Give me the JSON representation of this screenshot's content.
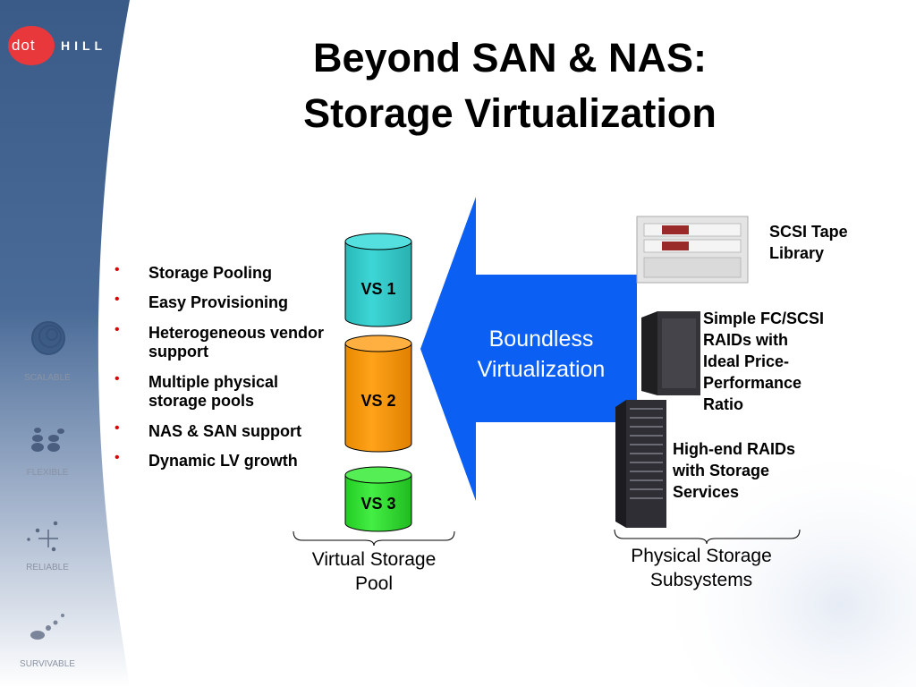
{
  "logo": {
    "text_dot": "dot",
    "text_hill": "HILL"
  },
  "sidebar": {
    "items": [
      {
        "label": "SCALABLE",
        "icon": "scalable-icon"
      },
      {
        "label": "FLEXIBLE",
        "icon": "flexible-icon"
      },
      {
        "label": "RELIABLE",
        "icon": "reliable-icon"
      },
      {
        "label": "SURVIVABLE",
        "icon": "survivable-icon"
      }
    ]
  },
  "title": {
    "line1": "Beyond SAN & NAS:",
    "line2": "Storage Virtualization"
  },
  "bullets": [
    {
      "line1": "Storage Pooling"
    },
    {
      "line1": "Easy Provisioning"
    },
    {
      "line1": "Heterogeneous vendor",
      "line2": "support"
    },
    {
      "line1": "Multiple physical",
      "line2": "storage pools"
    },
    {
      "line1": "NAS & SAN support"
    },
    {
      "line1": "Dynamic LV growth"
    }
  ],
  "bullet_glyph": "•",
  "cylinders": [
    {
      "label": "VS 1",
      "color": "#33cccc"
    },
    {
      "label": "VS 2",
      "color": "#ff9900"
    },
    {
      "label": "VS 3",
      "color": "#33dd33"
    }
  ],
  "pool_caption": {
    "line1": "Virtual Storage",
    "line2": "Pool"
  },
  "arrow": {
    "line1": "Boundless",
    "line2": "Virtualization",
    "color": "#0b5ff2"
  },
  "devices": [
    {
      "line1": "SCSI Tape",
      "line2": "Library"
    },
    {
      "line1": "Simple FC/SCSI",
      "line2": "RAIDs with",
      "line3": "Ideal Price-",
      "line4": "Performance",
      "line5": "Ratio"
    },
    {
      "line1": "High-end RAIDs",
      "line2": "with Storage",
      "line3": "Services"
    }
  ],
  "physical_caption": {
    "line1": "Physical Storage",
    "line2": "Subsystems"
  }
}
